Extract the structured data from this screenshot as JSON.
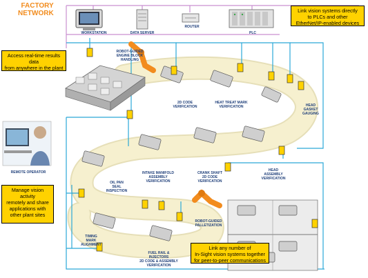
{
  "title": "FACTORY\nNETWORK",
  "network": {
    "workstation": "WORKSTATION",
    "data_server": "DATA SERVER",
    "router": "ROUTER",
    "plc": "PLC"
  },
  "callouts": {
    "plc_link": "Link vision systems directly\nto PLCs and other\nEtherNet/IP-enabled devices",
    "realtime": "Access real-time results data\nfrom anywhere in the plant",
    "remote": "Manage vision activity\nremotely and share\napplications with\nother plant sites",
    "peer": "Link any number of\nIn-Sight vision systems together\nfor peer-to-peer communications"
  },
  "stations": {
    "robot_engine": "ROBOT-GUIDED\nENGINE BLOCK\nHANDLING",
    "code_2d": "2D CODE\nVERIFICATION",
    "heat_treat": "HEAT TREAT MARK\nVERIFICATION",
    "head_gasket": "HEAD\nGASKET\nGAUGING",
    "remote_operator": "REMOTE OPERATOR",
    "intake": "INTAKE MANIFOLD\nASSEMBLY\nVERIFICATION",
    "crank": "CRANK SHAFT\n2D CODE\nVERIFICATION",
    "head_assembly": "HEAD\nASSEMBLY\nVERIFICATION",
    "oil_pan": "OIL PAN\nSEAL\nINSPECTION",
    "robot_pallet": "ROBOT-GUIDED\nPALLETIZATION",
    "timing": "TIMING\nMARK\nALIGNMENT",
    "fuel_rail": "FUEL RAIL &\nINJECTORS\n2D CODE & ASSEMBLY\nVERIFICATION"
  },
  "colors": {
    "accent": "#f28c1e",
    "callout": "#ffd200",
    "network_line": "#c98fd0",
    "camera_line": "#2aa8d8",
    "conveyor": "#f6f0cf",
    "label": "#1f3f7a"
  }
}
